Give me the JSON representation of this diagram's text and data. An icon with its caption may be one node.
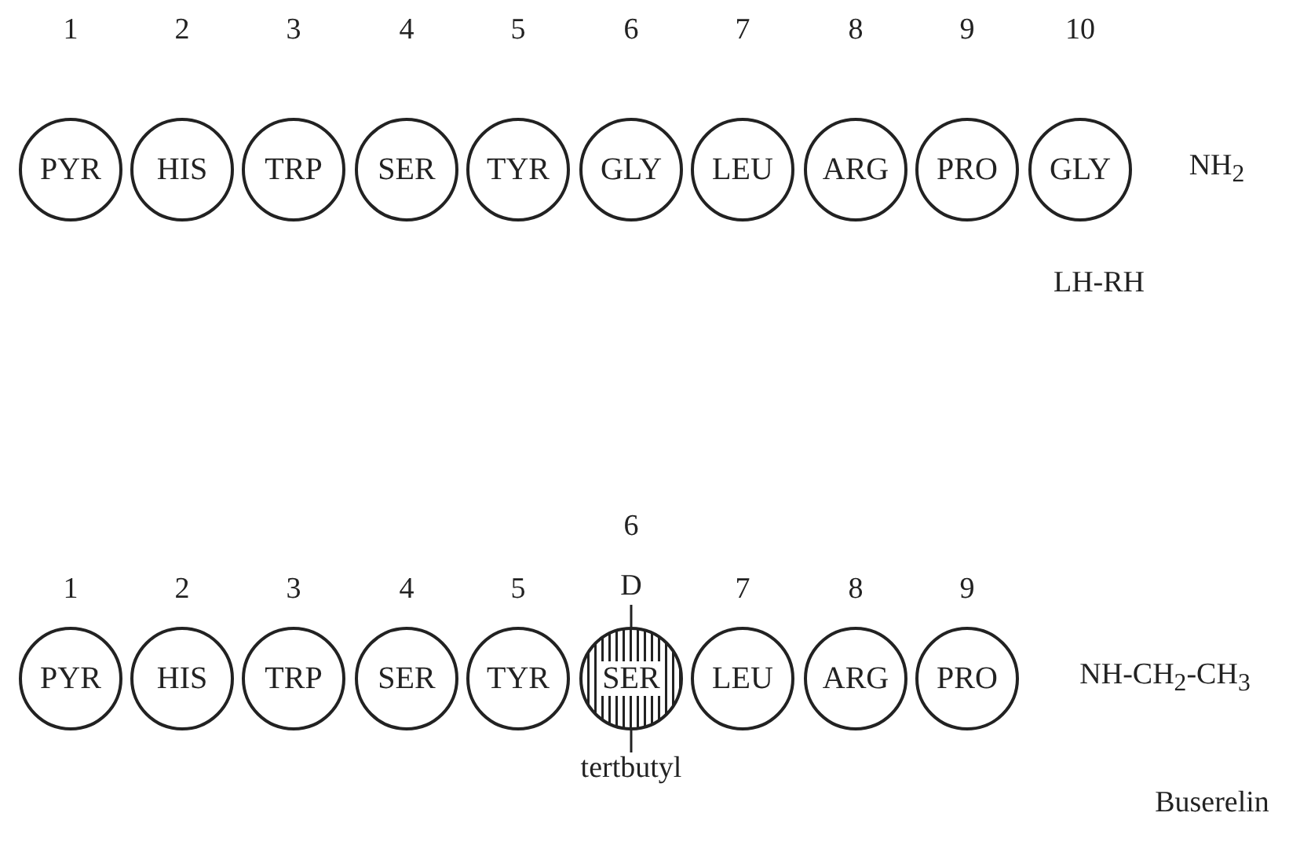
{
  "diagram": {
    "nodes": [
      {
        "text": [
          "PYR"
        ],
        "beside": [
          "1"
        ]
      },
      {
        "text": [
          "HIS"
        ],
        "beside": [
          "2"
        ]
      },
      {
        "text": [
          "TRP"
        ],
        "beside": [
          "3"
        ]
      },
      {
        "text": [
          "SER"
        ],
        "beside": [
          "4"
        ]
      },
      {
        "text": [
          "TYR"
        ],
        "beside": [
          "5"
        ]
      },
      {
        "text": [
          "GLY"
        ],
        "beside": [
          "6"
        ]
      },
      {
        "text": [
          "LEU"
        ],
        "beside": [
          "7"
        ]
      },
      {
        "text": [
          "ARG"
        ],
        "beside": [
          "8"
        ]
      },
      {
        "text": [
          "PRO"
        ],
        "beside": [
          "9"
        ]
      },
      {
        "text": [
          "GLY"
        ],
        "beside": [
          "10"
        ]
      },
      {
        "text": [
          "PYR"
        ],
        "beside": [
          "1"
        ]
      },
      {
        "text": [
          "HIS"
        ],
        "beside": [
          "2"
        ]
      },
      {
        "text": [
          "TRP"
        ],
        "beside": [
          "3"
        ]
      },
      {
        "text": [
          "SER"
        ],
        "beside": [
          "4"
        ]
      },
      {
        "text": [
          "TYR"
        ],
        "beside": [
          "5"
        ]
      },
      {
        "text": [
          "SER"
        ]
      },
      {
        "text": [
          "LEU"
        ],
        "beside": [
          "7"
        ]
      },
      {
        "text": [
          "ARG"
        ],
        "beside": [
          "8"
        ]
      },
      {
        "text": [
          "PRO"
        ],
        "beside": [
          "9"
        ]
      },
      {
        "text": [
          "D"
        ],
        "beside": [
          "6"
        ]
      },
      {
        "text": [
          "tertbutyl"
        ]
      }
    ],
    "edges": [
      {
        "from": 19,
        "to": 15,
        "arrow": "none"
      },
      {
        "from": 20,
        "to": 15,
        "arrow": "none"
      }
    ],
    "labels": [
      "NH$_{2}$",
      "LH-RH",
      "NH-CH$_{2}$-CH$_{3}$",
      "Buserelin"
    ]
  }
}
